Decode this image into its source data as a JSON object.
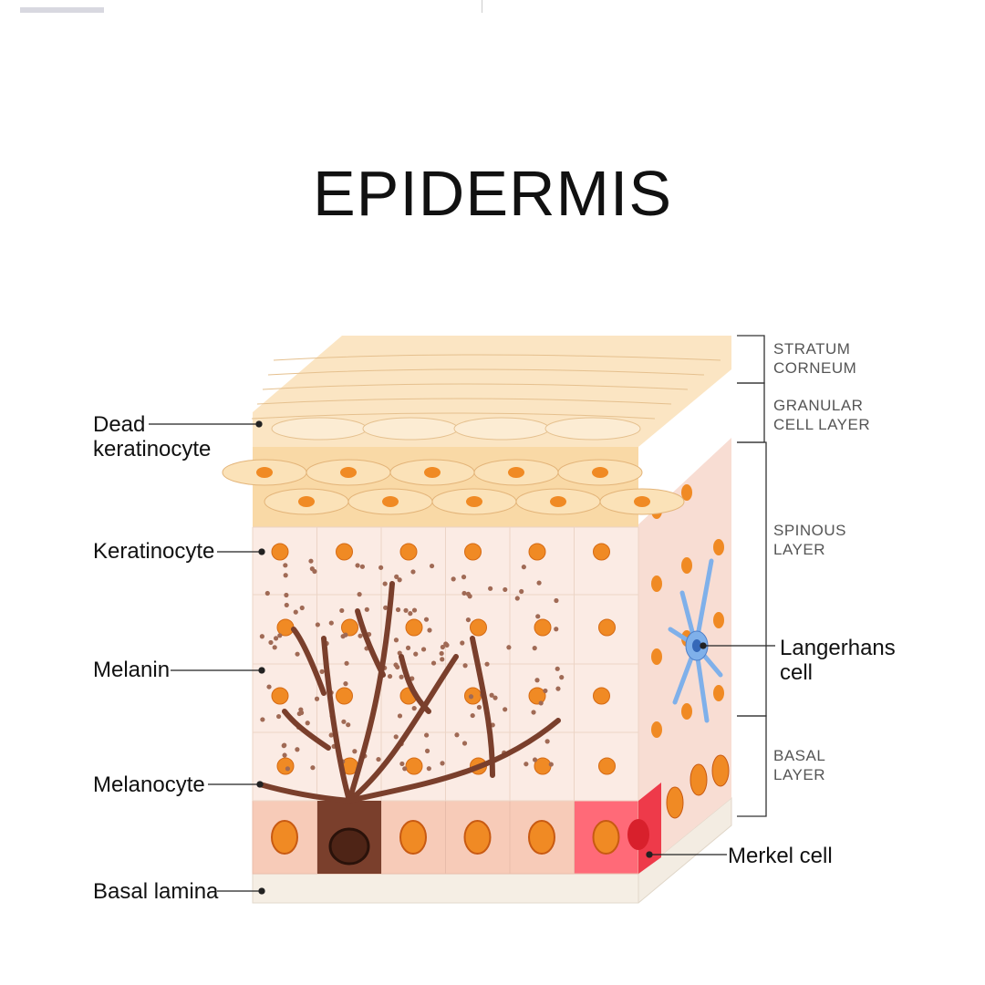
{
  "title": "EPIDERMIS",
  "labels": {
    "dead_keratinocyte": [
      "Dead",
      "keratinocyte"
    ],
    "keratinocyte": "Keratinocyte",
    "melanin": "Melanin",
    "melanocyte": "Melanocyte",
    "basal_lamina": "Basal lamina",
    "langerhans": [
      "Langerhans",
      "cell"
    ],
    "merkel": "Merkel cell"
  },
  "layers": {
    "stratum_corneum": [
      "STRATUM",
      "CORNEUM"
    ],
    "granular": [
      "GRANULAR",
      "CELL LAYER"
    ],
    "spinous": [
      "SPINOUS",
      "LAYER"
    ],
    "basal": [
      "BASAL",
      "LAYER"
    ]
  },
  "colors": {
    "corneum": "#fbe3bf",
    "granular": "#f7d9a8",
    "spinous": "#fbe9e2",
    "basal_cell": "#f7cbb8",
    "nucleus": "#f08a24",
    "melanocyte": "#7a3f2c",
    "langerhans": "#7fb0ea",
    "merkel": "#ee3a4a",
    "lamina": "#f3ece2"
  }
}
